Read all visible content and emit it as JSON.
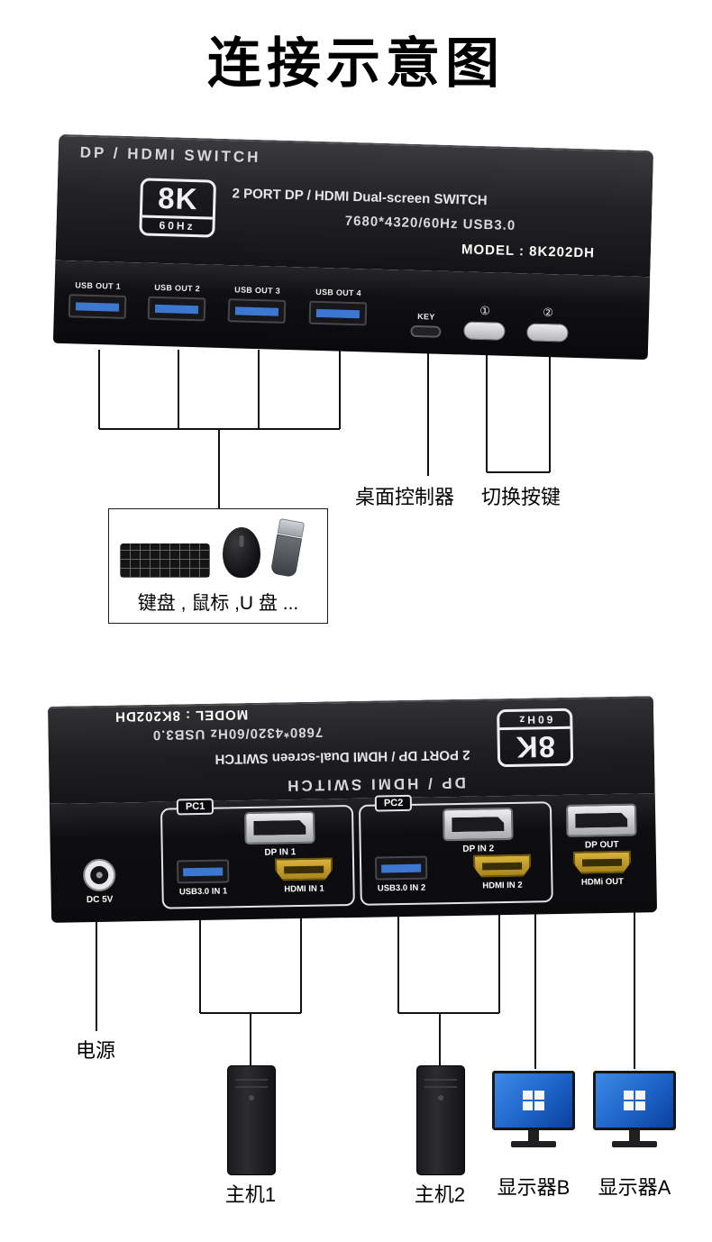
{
  "title": "连接示意图",
  "front_device": {
    "brand": "DP / HDMI SWITCH",
    "badge": {
      "res": "8K",
      "hz": "60Hz"
    },
    "subtitle": "2 PORT DP / HDMI Dual-screen SWITCH",
    "spec": "7680*4320/60Hz USB3.0",
    "model": "MODEL : 8K202DH",
    "ports": {
      "usb_out_1": "USB OUT 1",
      "usb_out_2": "USB OUT 2",
      "usb_out_3": "USB OUT 3",
      "usb_out_4": "USB OUT 4",
      "key": "KEY",
      "button_1": "①",
      "button_2": "②"
    }
  },
  "back_device": {
    "brand": "DP / HDMI SWITCH",
    "badge": {
      "res": "8K",
      "hz": "60Hz"
    },
    "subtitle": "2 PORT DP / HDMI Dual-screen SWITCH",
    "spec": "7680*4320/60Hz USB3.0",
    "model": "MODEL : 8K202DH",
    "ports": {
      "dc": "DC 5V",
      "pc1": "PC1",
      "dp_in_1": "DP IN 1",
      "usb_in_1": "USB3.0 IN 1",
      "hdmi_in_1": "HDMI IN 1",
      "pc2": "PC2",
      "dp_in_2": "DP IN 2",
      "usb_in_2": "USB3.0 IN 2",
      "hdmi_in_2": "HDMI IN 2",
      "dp_out": "DP OUT",
      "hdmi_out": "HDMi OUT"
    }
  },
  "annotations": {
    "peripherals": "键盘 , 鼠标 ,U 盘 ...",
    "desktop_controller": "桌面控制器",
    "switch_buttons": "切换按键",
    "power": "电源",
    "host_1": "主机1",
    "host_2": "主机2",
    "monitor_b": "显示器B",
    "monitor_a": "显示器A"
  },
  "colors": {
    "usb-blue": "#3c78d2",
    "hdmi-gold": "#c9a22a",
    "dp-silver": "#c8cacd",
    "device-black": "#101013",
    "screen-blue": "#1d63c8"
  }
}
